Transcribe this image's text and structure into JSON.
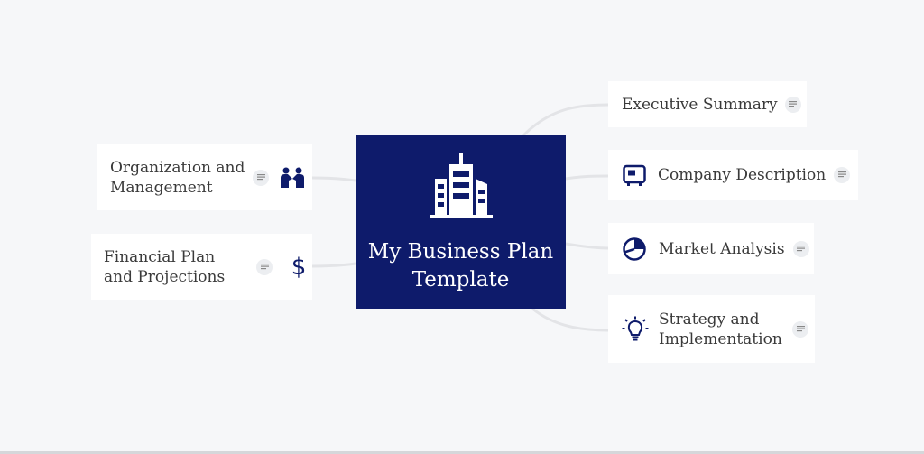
{
  "colors": {
    "background": "#f6f7f9",
    "central_fill": "#0e1b6b",
    "node_fill": "#ffffff",
    "connector": "#e3e4e7",
    "icon": "#0e1b6b",
    "text": "#3a3a3a"
  },
  "central": {
    "title": "My Business Plan Template",
    "icon": "buildings-icon"
  },
  "right_nodes": [
    {
      "label": "Executive Summary",
      "icon": null,
      "has_note": true
    },
    {
      "label": "Company Description",
      "icon": "monitor-icon",
      "has_note": true
    },
    {
      "label": "Market Analysis",
      "icon": "pie-chart-icon",
      "has_note": true
    },
    {
      "label": "Strategy and Implementation",
      "icon": "lightbulb-icon",
      "has_note": true
    }
  ],
  "left_nodes": [
    {
      "label": "Organization and Management",
      "icon": "handshake-icon",
      "has_note": true
    },
    {
      "label": "Financial Plan and Projections",
      "icon": "dollar-icon",
      "icon_text": "$",
      "has_note": true
    }
  ]
}
